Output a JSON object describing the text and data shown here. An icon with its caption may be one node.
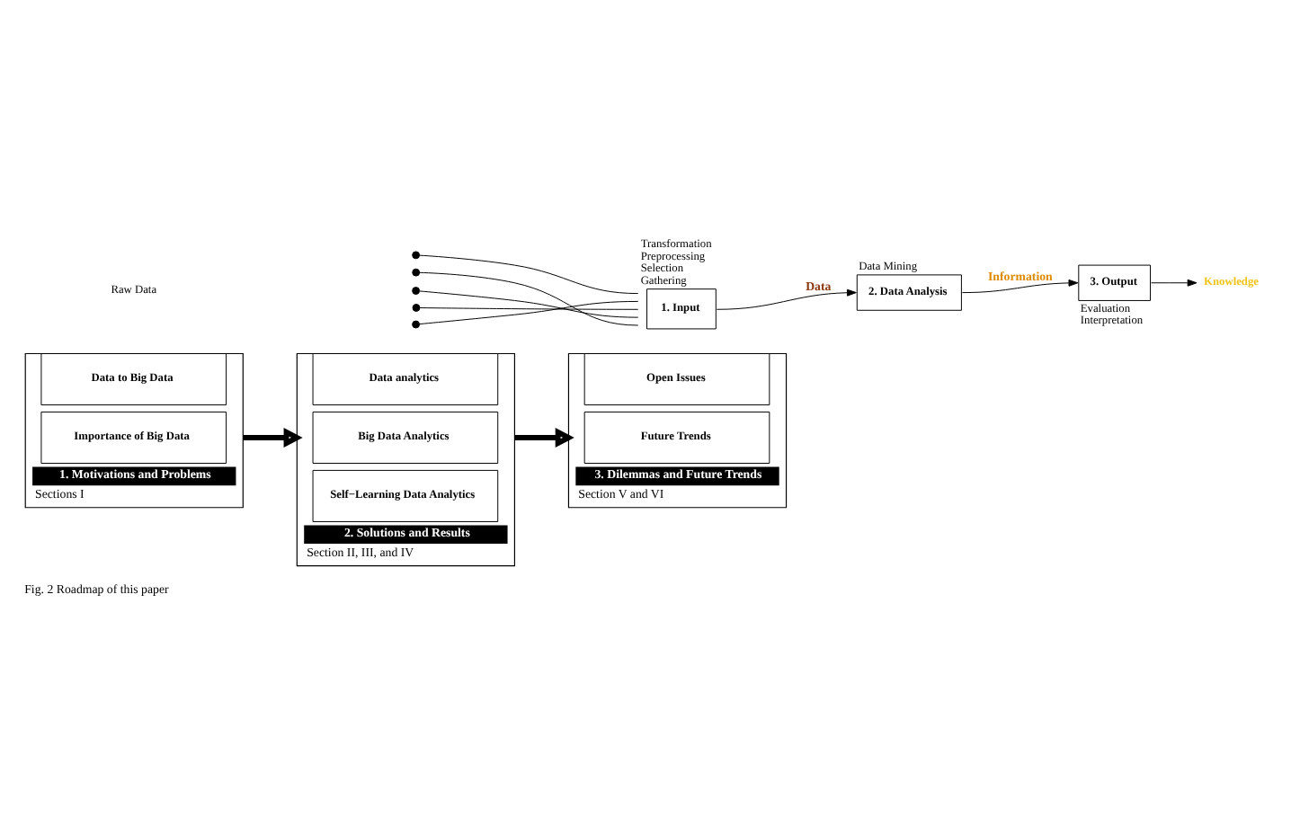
{
  "diagram": {
    "caption": "Fig. 2 Roadmap of this paper",
    "nodes": [
      {
        "text": [
          "1. Motivations and Problems"
        ],
        "beside": [
          "Sections I"
        ]
      },
      {
        "text": [
          "Data to Big Data"
        ],
        "in": 0
      },
      {
        "text": [
          "Importance of Big Data"
        ],
        "in": 0
      },
      {
        "text": [
          "2. Solutions and Results"
        ],
        "beside": [
          "Section II, III, and IV"
        ]
      },
      {
        "text": [
          "Data analytics"
        ],
        "in": 3
      },
      {
        "text": [
          "Big Data Analytics"
        ],
        "in": 3
      },
      {
        "text": [
          "Self−Learning Data Analytics"
        ],
        "in": 3
      },
      {
        "text": [
          "3. Dilemmas and Future Trends"
        ],
        "beside": [
          "Section V and VI"
        ]
      },
      {
        "text": [
          "Open Issues"
        ],
        "in": 7
      },
      {
        "text": [
          "Future Trends"
        ],
        "in": 7
      },
      {
        "text": [
          "1. Input"
        ],
        "beside": [
          "Transformation",
          "Preprocessing",
          "Selection",
          "Gathering"
        ]
      },
      {
        "text": [
          "2. Data Analysis"
        ],
        "beside": [
          "Data Mining"
        ]
      },
      {
        "text": [
          "3. Output"
        ],
        "beside": [
          "Evaluation",
          "Interpretation"
        ]
      },
      {
        "text": [
          "Knowledge"
        ]
      }
    ],
    "edges": [
      {
        "from": 0,
        "to": 3,
        "arrow": "to",
        "style": "thick"
      },
      {
        "from": 3,
        "to": 7,
        "arrow": "to",
        "style": "thick"
      },
      {
        "from": null,
        "to": 10,
        "arrow": "other"
      },
      {
        "from": null,
        "to": 10,
        "arrow": "other"
      },
      {
        "from": null,
        "to": 10,
        "arrow": "other"
      },
      {
        "from": null,
        "to": 10,
        "arrow": "other"
      },
      {
        "from": null,
        "to": 10,
        "arrow": "other"
      },
      {
        "from": 10,
        "to": 11,
        "arrow": "to",
        "label": "Data"
      },
      {
        "from": 11,
        "to": 12,
        "arrow": "to",
        "label": "Information"
      },
      {
        "from": 12,
        "to": 13,
        "arrow": "to"
      }
    ],
    "labels": [
      "Raw Data"
    ]
  }
}
